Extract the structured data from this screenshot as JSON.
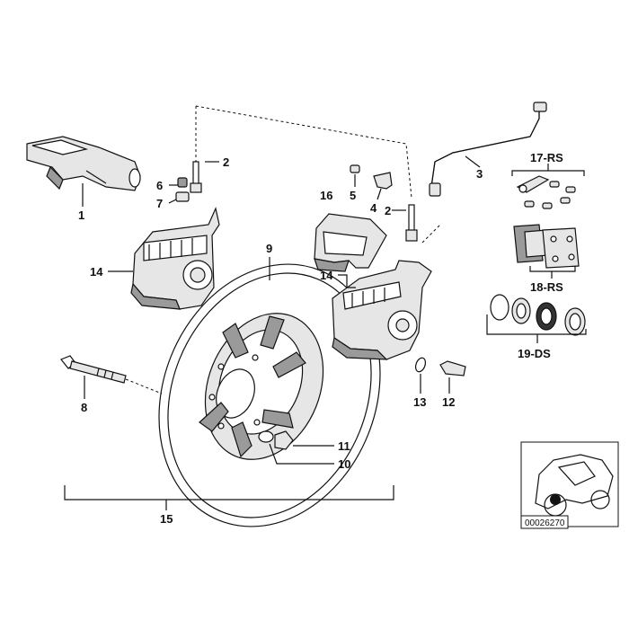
{
  "labels": {
    "p1": "1",
    "p2a": "2",
    "p2b": "2",
    "p3": "3",
    "p4": "4",
    "p5": "5",
    "p6": "6",
    "p7": "7",
    "p8": "8",
    "p9": "9",
    "p10": "10",
    "p11": "11",
    "p12": "12",
    "p13": "13",
    "p14a": "14",
    "p14b": "14",
    "p15": "15",
    "p16": "16",
    "p17": "17-RS",
    "p18": "18-RS",
    "p19": "19-DS"
  },
  "thumbnail": {
    "code": "00026270",
    "highlight_color": "#111111"
  },
  "colors": {
    "line": "#111111",
    "part_fill": "#e6e6e6",
    "shadow": "#9a9a9a"
  }
}
